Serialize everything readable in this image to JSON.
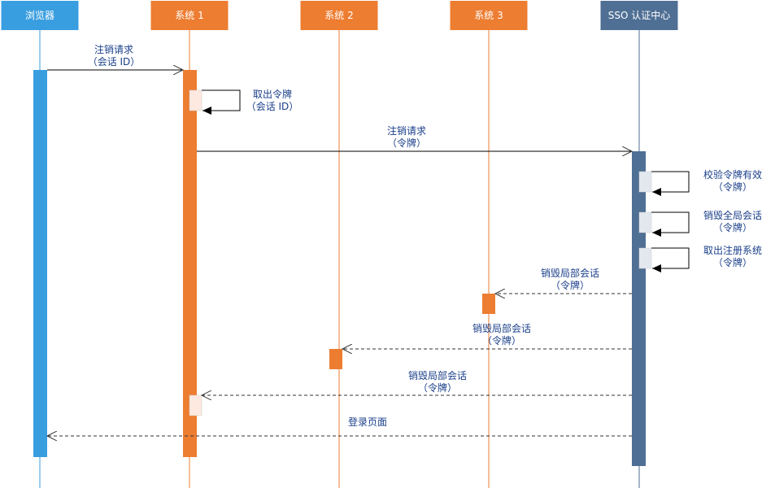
{
  "diagram": {
    "type": "sequence",
    "colors": {
      "browser": "#399ee0",
      "system": "#ed7d31",
      "sso": "#4f6f94",
      "solid_arrow": "#000000",
      "dashed_arrow": "#333333",
      "text": "#1a3f8a",
      "self_box_sys": "#fde9e0",
      "self_box_sso": "#e3e8ef"
    },
    "actors": [
      {
        "id": "browser",
        "label": "浏览器",
        "color_key": "browser"
      },
      {
        "id": "sys1",
        "label": "系统 1",
        "color_key": "system"
      },
      {
        "id": "sys2",
        "label": "系统 2",
        "color_key": "system"
      },
      {
        "id": "sys3",
        "label": "系统 3",
        "color_key": "system"
      },
      {
        "id": "sso",
        "label": "SSO 认证中心",
        "color_key": "sso"
      }
    ],
    "messages": [
      {
        "id": "m1",
        "from": "browser",
        "to": "sys1",
        "style": "solid",
        "lines": [
          "注销请求",
          "（会话 ID）"
        ]
      },
      {
        "id": "m2",
        "from": "sys1",
        "to": "sys1",
        "style": "self",
        "lines": [
          "取出令牌",
          "（会话 ID）"
        ]
      },
      {
        "id": "m3",
        "from": "sys1",
        "to": "sso",
        "style": "solid",
        "lines": [
          "注销请求",
          "（令牌）"
        ]
      },
      {
        "id": "m4",
        "from": "sso",
        "to": "sso",
        "style": "self",
        "lines": [
          "校验令牌有效",
          "（令牌）"
        ]
      },
      {
        "id": "m5",
        "from": "sso",
        "to": "sso",
        "style": "self",
        "lines": [
          "销毁全局会话",
          "（令牌）"
        ]
      },
      {
        "id": "m6",
        "from": "sso",
        "to": "sso",
        "style": "self",
        "lines": [
          "取出注册系统",
          "（令牌）"
        ]
      },
      {
        "id": "m7",
        "from": "sso",
        "to": "sys3",
        "style": "dashed",
        "lines": [
          "销毁局部会话",
          "（令牌）"
        ]
      },
      {
        "id": "m8",
        "from": "sso",
        "to": "sys2",
        "style": "dashed",
        "lines": [
          "销毁局部会话",
          "（令牌）"
        ]
      },
      {
        "id": "m9",
        "from": "sso",
        "to": "sys1",
        "style": "dashed",
        "lines": [
          "销毁局部会话",
          "（令牌）"
        ]
      },
      {
        "id": "m10",
        "from": "sso",
        "to": "browser",
        "style": "dashed",
        "lines": [
          "登录页面"
        ]
      }
    ]
  }
}
